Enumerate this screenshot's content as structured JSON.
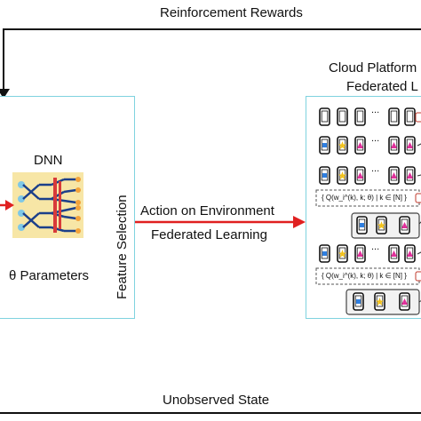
{
  "top_label": "Reinforcement Rewards",
  "bottom_label": "Unobserved State",
  "agent": {
    "dnn_label": "DNN",
    "params_label": "θ Parameters",
    "feature_label": "Feature Selection"
  },
  "arrow": {
    "action_label": "Action on Environment",
    "fl_label": "Federated Learning",
    "color": "#e02020"
  },
  "cloud": {
    "title_line1": "Cloud Platform",
    "title_line2": "Federated L",
    "ellipsis": "...",
    "formula1": "{ Q(w_i^(k), k; θ) | k ∈ [N] }",
    "formula2": "{ Q(w_i^(k), k; θ) | k ∈ [N] }"
  },
  "colors": {
    "box_border": "#7fd3df",
    "chip": "#f7e6a6",
    "node": "#7fc8e6",
    "wire_red": "#d83a3a",
    "square_blue": "#2f7fe0",
    "star_yellow": "#f2c21b",
    "triangle_pink": "#e0309a"
  }
}
